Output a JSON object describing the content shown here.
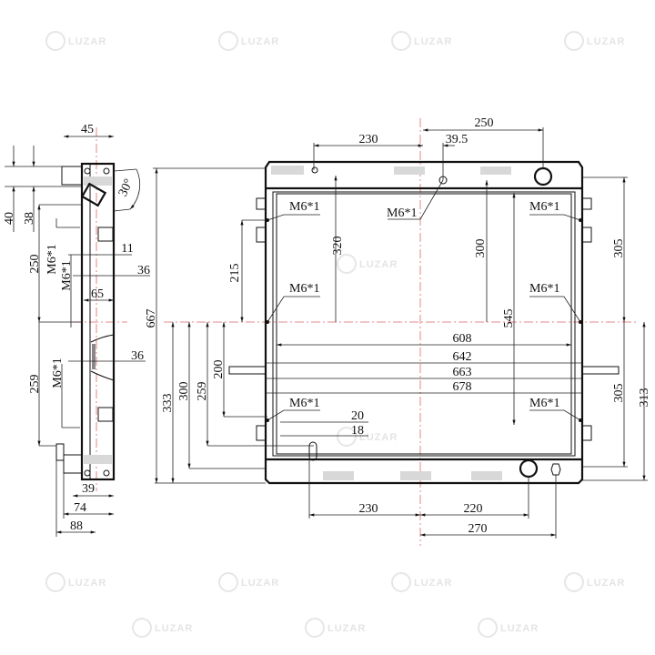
{
  "watermark": {
    "brand": "LUZAR"
  },
  "colors": {
    "line": "#111111",
    "centerline": "#dd6666",
    "hatch": "#d8d8d8"
  },
  "thread_label": "M6*1",
  "side_view": {
    "dims": {
      "top_width": "45",
      "height_40": "40",
      "height_38": "38",
      "spacing_250": "250",
      "spacing_259": "259",
      "d11": "11",
      "d36a": "36",
      "d65": "65",
      "d36b": "36",
      "angle": "30°",
      "b39": "39",
      "b74": "74",
      "b88": "88"
    }
  },
  "front_view": {
    "dims": {
      "top_250": "250",
      "top_230": "230",
      "top_39_5": "39.5",
      "v320": "320",
      "v300": "300",
      "v305_top": "305",
      "v215": "215",
      "v545": "545",
      "v667": "667",
      "v333": "333",
      "v300_low": "300",
      "v259": "259",
      "v200": "200",
      "v305_low": "305",
      "v313": "313",
      "h608": "608",
      "h642": "642",
      "h663": "663",
      "h678": "678",
      "h20": "20",
      "h18": "18",
      "b230": "230",
      "b220": "220",
      "b270": "270"
    }
  }
}
